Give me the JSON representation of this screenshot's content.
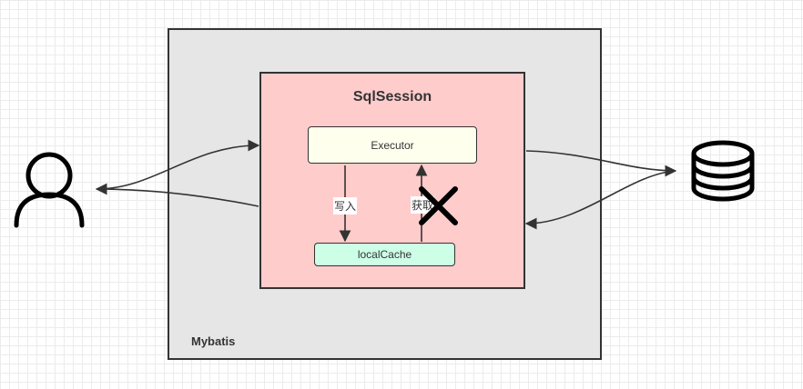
{
  "diagram": {
    "container_label": "Mybatis",
    "session_title": "SqlSession",
    "executor_label": "Executor",
    "cache_label": "localCache",
    "write_label": "写入",
    "read_label": "获取"
  },
  "icons": {
    "user": "user-icon",
    "database": "database-icon",
    "blocked": "x-mark-icon"
  }
}
